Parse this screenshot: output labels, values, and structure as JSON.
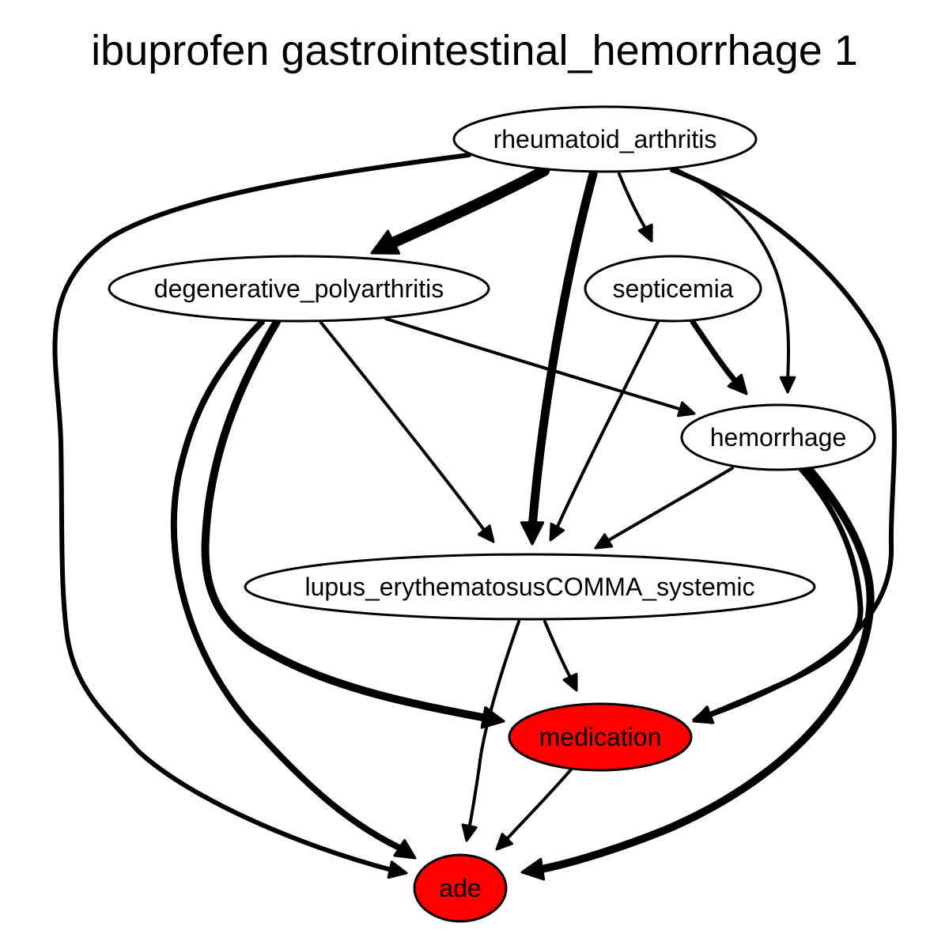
{
  "title": "ibuprofen gastrointestinal_hemorrhage 1",
  "colors": {
    "highlight": "#ff0000",
    "default_fill": "#ffffff",
    "stroke": "#000000"
  },
  "nodes": [
    {
      "id": "rheumatoid_arthritis",
      "label": "rheumatoid_arthritis",
      "highlight": false
    },
    {
      "id": "degenerative_polyarthritis",
      "label": "degenerative_polyarthritis",
      "highlight": false
    },
    {
      "id": "septicemia",
      "label": "septicemia",
      "highlight": false
    },
    {
      "id": "hemorrhage",
      "label": "hemorrhage",
      "highlight": false
    },
    {
      "id": "lupus",
      "label": "lupus_erythematosusCOMMA_systemic",
      "highlight": false
    },
    {
      "id": "medication",
      "label": "medication",
      "highlight": true
    },
    {
      "id": "ade",
      "label": "ade",
      "highlight": true
    }
  ],
  "edges": [
    {
      "from": "rheumatoid_arthritis",
      "to": "ade"
    },
    {
      "from": "rheumatoid_arthritis",
      "to": "degenerative_polyarthritis"
    },
    {
      "from": "rheumatoid_arthritis",
      "to": "lupus"
    },
    {
      "from": "rheumatoid_arthritis",
      "to": "septicemia"
    },
    {
      "from": "rheumatoid_arthritis",
      "to": "hemorrhage"
    },
    {
      "from": "rheumatoid_arthritis",
      "to": "medication"
    },
    {
      "from": "degenerative_polyarthritis",
      "to": "ade"
    },
    {
      "from": "degenerative_polyarthritis",
      "to": "medication"
    },
    {
      "from": "degenerative_polyarthritis",
      "to": "lupus"
    },
    {
      "from": "degenerative_polyarthritis",
      "to": "hemorrhage"
    },
    {
      "from": "septicemia",
      "to": "lupus"
    },
    {
      "from": "septicemia",
      "to": "hemorrhage"
    },
    {
      "from": "hemorrhage",
      "to": "lupus"
    },
    {
      "from": "hemorrhage",
      "to": "medication"
    },
    {
      "from": "hemorrhage",
      "to": "ade"
    },
    {
      "from": "lupus",
      "to": "medication"
    },
    {
      "from": "lupus",
      "to": "ade"
    },
    {
      "from": "medication",
      "to": "ade"
    }
  ]
}
